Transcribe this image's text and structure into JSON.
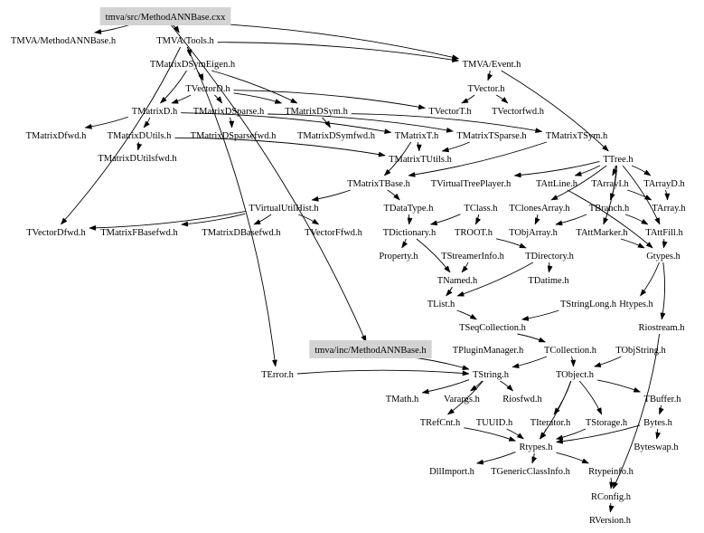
{
  "diagram": {
    "type": "include-dependency-graph",
    "root": "tmva/src/MethodANNBase.cxx",
    "highlight_color": "#d3d3d3",
    "nodes": [
      {
        "id": "root",
        "label": "tmva/src/MethodANNBase.cxx",
        "highlighted": true
      },
      {
        "id": "methodannbase_h",
        "label": "TMVA/MethodANNBase.h"
      },
      {
        "id": "tools_h",
        "label": "TMVA/Tools.h"
      },
      {
        "id": "tmatrixdsymeigen",
        "label": "TMatrixDSymEigen.h"
      },
      {
        "id": "event_h",
        "label": "TMVA/Event.h"
      },
      {
        "id": "tvectord",
        "label": "TVectorD.h"
      },
      {
        "id": "tvector",
        "label": "TVector.h"
      },
      {
        "id": "tmatrixd",
        "label": "TMatrixD.h"
      },
      {
        "id": "tmatrixdsparse",
        "label": "TMatrixDSparse.h"
      },
      {
        "id": "tmatrixdsym",
        "label": "TMatrixDSym.h"
      },
      {
        "id": "tvectort",
        "label": "TVectorT.h"
      },
      {
        "id": "tvectorfwd",
        "label": "TVectorfwd.h"
      },
      {
        "id": "tmatrixdfwd",
        "label": "TMatrixDfwd.h"
      },
      {
        "id": "tmatrixdutils",
        "label": "TMatrixDUtils.h"
      },
      {
        "id": "tmatrixdsparsefwd",
        "label": "TMatrixDSparsefwd.h"
      },
      {
        "id": "tmatrixdsymfwd",
        "label": "TMatrixDSymfwd.h"
      },
      {
        "id": "tmatrixt",
        "label": "TMatrixT.h"
      },
      {
        "id": "tmatrixtsparse",
        "label": "TMatrixTSparse.h"
      },
      {
        "id": "tmatrixtsym",
        "label": "TMatrixTSym.h"
      },
      {
        "id": "tmatrixdutilsfwd",
        "label": "TMatrixDUtilsfwd.h"
      },
      {
        "id": "tmatrixtutils",
        "label": "TMatrixTUtils.h"
      },
      {
        "id": "ttree",
        "label": "TTree.h"
      },
      {
        "id": "tmatrixtbase",
        "label": "TMatrixTBase.h"
      },
      {
        "id": "tvirtualtreeplayer",
        "label": "TVirtualTreePlayer.h"
      },
      {
        "id": "tattline",
        "label": "TAttLine.h"
      },
      {
        "id": "tarrayi",
        "label": "TArrayI.h"
      },
      {
        "id": "tarrayd",
        "label": "TArrayD.h"
      },
      {
        "id": "tvirtualutilhist",
        "label": "TVirtualUtilHist.h"
      },
      {
        "id": "tdatatype",
        "label": "TDataType.h"
      },
      {
        "id": "tclass",
        "label": "TClass.h"
      },
      {
        "id": "tclonesarray",
        "label": "TClonesArray.h"
      },
      {
        "id": "tbranch",
        "label": "TBranch.h"
      },
      {
        "id": "tarray",
        "label": "TArray.h"
      },
      {
        "id": "tvectordfwd",
        "label": "TVectorDfwd.h"
      },
      {
        "id": "tmatrixfbasefwd",
        "label": "TMatrixFBasefwd.h"
      },
      {
        "id": "tmatrixdbasefwd",
        "label": "TMatrixDBasefwd.h"
      },
      {
        "id": "tvectorffwd",
        "label": "TVectorFfwd.h"
      },
      {
        "id": "tdictionary",
        "label": "TDictionary.h"
      },
      {
        "id": "troot",
        "label": "TROOT.h"
      },
      {
        "id": "tobjarray",
        "label": "TObjArray.h"
      },
      {
        "id": "tattmarker",
        "label": "TAttMarker.h"
      },
      {
        "id": "tattfill",
        "label": "TAttFill.h"
      },
      {
        "id": "property",
        "label": "Property.h"
      },
      {
        "id": "tstreamerinfo",
        "label": "TStreamerInfo.h"
      },
      {
        "id": "tdirectory",
        "label": "TDirectory.h"
      },
      {
        "id": "gtypes",
        "label": "Gtypes.h"
      },
      {
        "id": "tnamed",
        "label": "TNamed.h"
      },
      {
        "id": "tdatime",
        "label": "TDatime.h"
      },
      {
        "id": "tlist",
        "label": "TList.h"
      },
      {
        "id": "tstringlong",
        "label": "TStringLong.h"
      },
      {
        "id": "htypes",
        "label": "Htypes.h"
      },
      {
        "id": "tseqcollection",
        "label": "TSeqCollection.h"
      },
      {
        "id": "riostream",
        "label": "Riostream.h"
      },
      {
        "id": "inc_methodannbase",
        "label": "tmva/inc/MethodANNBase.h",
        "highlighted": true
      },
      {
        "id": "tpluginmanager",
        "label": "TPluginManager.h"
      },
      {
        "id": "tcollection",
        "label": "TCollection.h"
      },
      {
        "id": "tobjstring",
        "label": "TObjString.h"
      },
      {
        "id": "terror",
        "label": "TError.h"
      },
      {
        "id": "tstring",
        "label": "TString.h"
      },
      {
        "id": "tobject",
        "label": "TObject.h"
      },
      {
        "id": "tbuffer",
        "label": "TBuffer.h"
      },
      {
        "id": "tmath",
        "label": "TMath.h"
      },
      {
        "id": "varargs",
        "label": "Varargs.h"
      },
      {
        "id": "riosfwd",
        "label": "Riosfwd.h"
      },
      {
        "id": "bytes",
        "label": "Bytes.h"
      },
      {
        "id": "trefcnt",
        "label": "TRefCnt.h"
      },
      {
        "id": "tuuid",
        "label": "TUUID.h"
      },
      {
        "id": "titerator",
        "label": "TIterator.h"
      },
      {
        "id": "tstorage",
        "label": "TStorage.h"
      },
      {
        "id": "byteswap",
        "label": "Byteswap.h"
      },
      {
        "id": "rtypes",
        "label": "Rtypes.h"
      },
      {
        "id": "dllimport",
        "label": "DllImport.h"
      },
      {
        "id": "tgenericclassinfo",
        "label": "TGenericClassInfo.h"
      },
      {
        "id": "rtypeinfo",
        "label": "Rtypeinfo.h"
      },
      {
        "id": "rconfig",
        "label": "RConfig.h"
      },
      {
        "id": "rversion",
        "label": "RVersion.h"
      }
    ],
    "edges": [
      [
        "root",
        "methodannbase_h"
      ],
      [
        "root",
        "tools_h"
      ],
      [
        "root",
        "event_h"
      ],
      [
        "root",
        "inc_methodannbase"
      ],
      [
        "tools_h",
        "tmatrixdsymeigen"
      ],
      [
        "tools_h",
        "event_h"
      ],
      [
        "tools_h",
        "tvectordfwd"
      ],
      [
        "tools_h",
        "terror"
      ],
      [
        "tmatrixdsymeigen",
        "tvectord"
      ],
      [
        "tmatrixdsymeigen",
        "tmatrixd"
      ],
      [
        "tmatrixdsymeigen",
        "tmatrixdsym"
      ],
      [
        "event_h",
        "tvector"
      ],
      [
        "event_h",
        "ttree"
      ],
      [
        "tvectord",
        "tmatrixd"
      ],
      [
        "tvectord",
        "tmatrixdsparse"
      ],
      [
        "tvectord",
        "tmatrixdsym"
      ],
      [
        "tvectord",
        "tvectort"
      ],
      [
        "tvector",
        "tvectort"
      ],
      [
        "tvector",
        "tvectorfwd"
      ],
      [
        "tmatrixd",
        "tmatrixdfwd"
      ],
      [
        "tmatrixd",
        "tmatrixdutils"
      ],
      [
        "tmatrixd",
        "tmatrixt"
      ],
      [
        "tmatrixdsparse",
        "tmatrixdsparsefwd"
      ],
      [
        "tmatrixdsparse",
        "tmatrixtsparse"
      ],
      [
        "tmatrixdsym",
        "tmatrixdsymfwd"
      ],
      [
        "tmatrixdsym",
        "tmatrixtsym"
      ],
      [
        "tmatrixdutils",
        "tmatrixdutilsfwd"
      ],
      [
        "tmatrixdutils",
        "tmatrixtutils"
      ],
      [
        "tmatrixt",
        "tmatrixtutils"
      ],
      [
        "tmatrixt",
        "tmatrixtbase"
      ],
      [
        "tmatrixtsparse",
        "tmatrixtutils"
      ],
      [
        "tmatrixtsym",
        "tmatrixtbase"
      ],
      [
        "tmatrixtbase",
        "tvirtualutilhist"
      ],
      [
        "tmatrixtbase",
        "tdatatype"
      ],
      [
        "ttree",
        "tvirtualtreeplayer"
      ],
      [
        "ttree",
        "tattline"
      ],
      [
        "ttree",
        "tarrayi"
      ],
      [
        "ttree",
        "tarrayd"
      ],
      [
        "ttree",
        "tbranch"
      ],
      [
        "ttree",
        "tclonesarray"
      ],
      [
        "ttree",
        "tattfill"
      ],
      [
        "ttree",
        "tattmarker"
      ],
      [
        "tvirtualutilhist",
        "tvectordfwd"
      ],
      [
        "tvirtualutilhist",
        "tmatrixfbasefwd"
      ],
      [
        "tvirtualutilhist",
        "tmatrixdbasefwd"
      ],
      [
        "tvirtualutilhist",
        "tvectorffwd"
      ],
      [
        "tarrayd",
        "tarray"
      ],
      [
        "tarrayi",
        "tarray"
      ],
      [
        "tdatatype",
        "tdictionary"
      ],
      [
        "tclass",
        "tdictionary"
      ],
      [
        "tclass",
        "troot"
      ],
      [
        "tclonesarray",
        "tobjarray"
      ],
      [
        "tbranch",
        "tattfill"
      ],
      [
        "tbranch",
        "tobjarray"
      ],
      [
        "tdictionary",
        "property"
      ],
      [
        "tdictionary",
        "tnamed"
      ],
      [
        "troot",
        "tdirectory"
      ],
      [
        "tstreamerinfo",
        "tnamed"
      ],
      [
        "tdirectory",
        "tdatime"
      ],
      [
        "tdirectory",
        "tlist"
      ],
      [
        "tattfill",
        "gtypes"
      ],
      [
        "tattmarker",
        "gtypes"
      ],
      [
        "tattline",
        "gtypes"
      ],
      [
        "gtypes",
        "htypes"
      ],
      [
        "gtypes",
        "riostream"
      ],
      [
        "tnamed",
        "tlist"
      ],
      [
        "tlist",
        "tseqcollection"
      ],
      [
        "tstringlong",
        "tseqcollection"
      ],
      [
        "tseqcollection",
        "tcollection"
      ],
      [
        "tcollection",
        "tobject"
      ],
      [
        "tcollection",
        "tstring"
      ],
      [
        "tobjstring",
        "tobject"
      ],
      [
        "inc_methodannbase",
        "tstring"
      ],
      [
        "terror",
        "tstring"
      ],
      [
        "tstring",
        "tmath"
      ],
      [
        "tstring",
        "varargs"
      ],
      [
        "tstring",
        "riosfwd"
      ],
      [
        "tstring",
        "trefcnt"
      ],
      [
        "tobject",
        "tbuffer"
      ],
      [
        "tobject",
        "titerator"
      ],
      [
        "tobject",
        "tstorage"
      ],
      [
        "tobject",
        "rtypes"
      ],
      [
        "tbuffer",
        "bytes"
      ],
      [
        "bytes",
        "byteswap"
      ],
      [
        "trefcnt",
        "rtypes"
      ],
      [
        "tuuid",
        "rtypes"
      ],
      [
        "titerator",
        "rtypes"
      ],
      [
        "tstorage",
        "rtypes"
      ],
      [
        "bytes",
        "rtypes"
      ],
      [
        "rtypes",
        "dllimport"
      ],
      [
        "rtypes",
        "tgenericclassinfo"
      ],
      [
        "rtypes",
        "rtypeinfo"
      ],
      [
        "rtypeinfo",
        "rconfig"
      ],
      [
        "rconfig",
        "rversion"
      ],
      [
        "riostream",
        "rconfig"
      ]
    ]
  }
}
